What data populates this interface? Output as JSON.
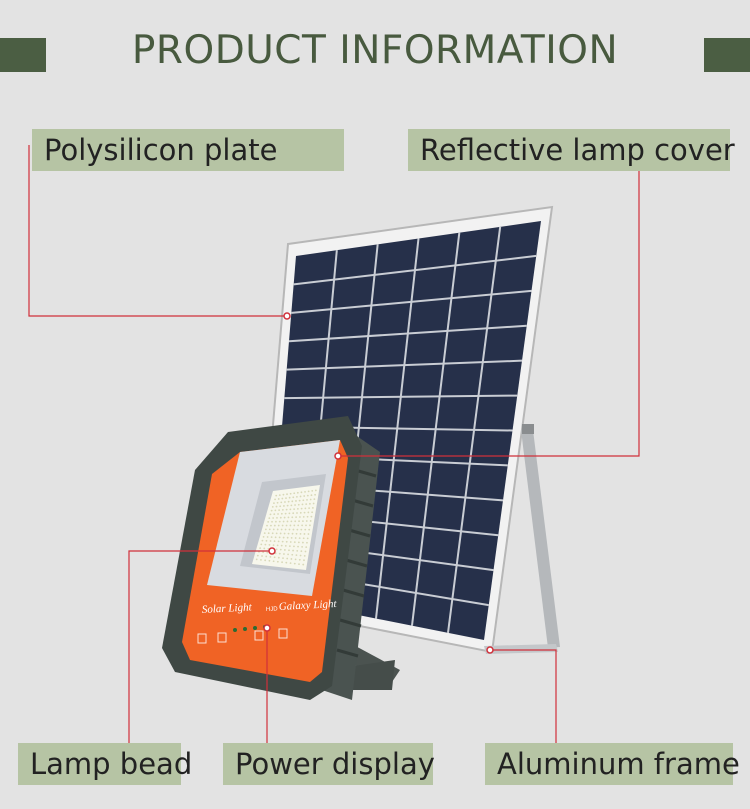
{
  "header": {
    "title": "PRODUCT INFORMATION"
  },
  "labels": {
    "polysilicon_plate": "Polysilicon plate",
    "reflective_lamp_cover": "Reflective lamp cover",
    "lamp_bead": "Lamp bead",
    "power_display": "Power display",
    "aluminum_frame": "Aluminum frame"
  },
  "lamp_front": {
    "brand_left": "Solar Light",
    "brand_badge": "HJD",
    "brand_right": "Galaxy Light"
  },
  "colors": {
    "accent_green": "#4b5e43",
    "label_bg": "#b6c4a4",
    "callout_line": "#d0303a",
    "lamp_orange": "#f06325",
    "lamp_body": "#3f4844",
    "panel_cell": "#26304a"
  }
}
